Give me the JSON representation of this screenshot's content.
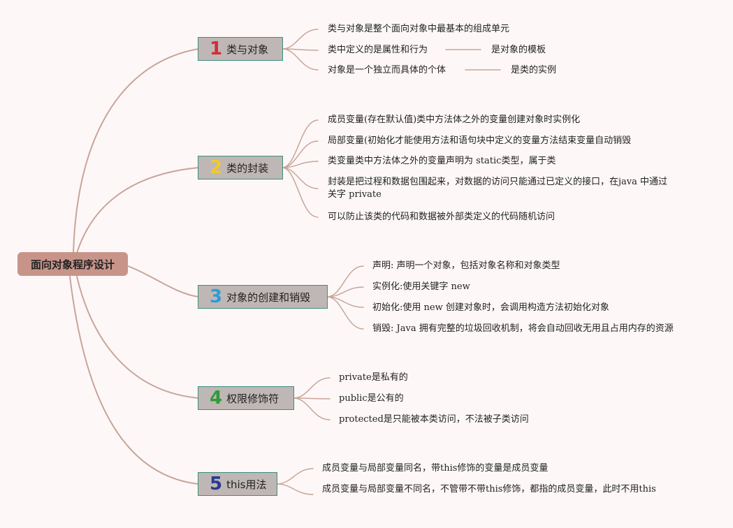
{
  "root": "面向对象程序设计",
  "colors": {
    "n1": "#d42c3c",
    "n2": "#f2c92a",
    "n3": "#2a9ed8",
    "n4": "#2f9a3a",
    "n5": "#2a3a90"
  },
  "branches": [
    {
      "num": "1",
      "label": "类与对象",
      "items": [
        "类与对象是整个面向对象中最基本的组成单元",
        "类中定义的是属性和行为",
        "对象是一个独立而具体的个体"
      ],
      "notes": [
        "是对象的模板",
        "是类的实例"
      ]
    },
    {
      "num": "2",
      "label": "类的封装",
      "items": [
        "成员变量(存在默认值)类中方法体之外的变量创建对象时实例化",
        "局部变量(初始化才能使用方法和语句块中定义的变量方法结束变量自动销毁",
        "类变量类中方法体之外的变量声明为 static类型，属于类",
        "封装是把过程和数据包围起来，对数据的访问只能通过已定义的接口，在java 中通过关字 private",
        "可以防止该类的代码和数据被外部类定义的代码随机访问"
      ]
    },
    {
      "num": "3",
      "label": "对象的创建和销毁",
      "items": [
        "声明: 声明一个对象，包括对象名称和对象类型",
        "实例化:使用关键字 new",
        "初始化:使用 new 创建对象时，会调用构造方法初始化对象",
        "销毁: Java 拥有完整的垃圾回收机制，将会自动回收无用且占用内存的资源"
      ]
    },
    {
      "num": "4",
      "label": "权限修饰符",
      "items": [
        "private是私有的",
        "public是公有的",
        "protected是只能被本类访问，不法被子类访问"
      ]
    },
    {
      "num": "5",
      "label": "this用法",
      "items": [
        "成员变量与局部变量同名，带this修饰的变量是成员变量",
        "成员变量与局部变量不同名，不管带不带this修饰，都指的成员变量，此时不用this"
      ]
    }
  ]
}
